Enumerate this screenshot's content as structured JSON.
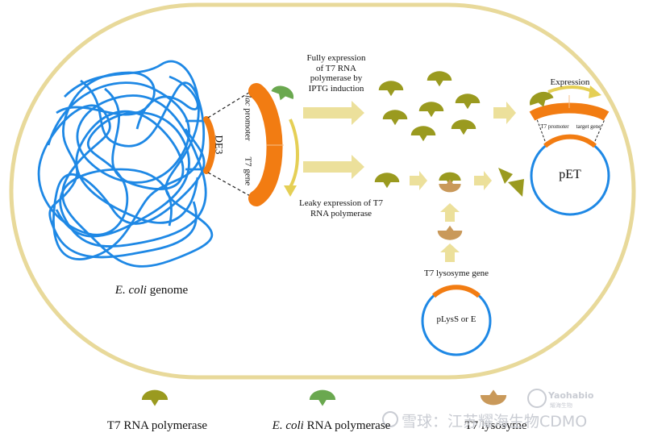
{
  "labels": {
    "genome": "E. coli genome",
    "genome_italic": "E. coli",
    "genome_rest": " genome",
    "de3": "DE3",
    "lac_promoter": "lac promoter",
    "lac_word": "lac",
    "promoter_word": " promoter",
    "t7_gene": "T7 gene",
    "fully_expression": "Fully expression of T7 RNA polymerase by IPTG induction",
    "fully_line1": "Fully expression",
    "fully_line2": "of T7 RNA",
    "fully_line3": "polymerase by",
    "fully_line4": "IPTG induction",
    "leaky_line1": "Leaky expression of T7",
    "leaky_line2": "RNA polymerase",
    "expression": "Expression",
    "t7_promoter": "T7 promoter",
    "target_gene": "target gene",
    "pet": "pET",
    "t7_lysozyme_gene": "T7 lysosyme gene",
    "plyss": "pLysS or E"
  },
  "legend": {
    "t7_rnap": "T7 RNA polymerase",
    "ecoli_rnap_italic": "E. coli",
    "ecoli_rnap_rest": " RNA polymerase",
    "t7_lysozyme": "T7 lysosyme"
  },
  "watermark": {
    "text": "雪球：江苏耀海生物CDMO",
    "logo_text": "Yaohabio",
    "logo_sub": "耀海生物"
  },
  "colors": {
    "cell_border": "#e8d99a",
    "dna": "#1e88e5",
    "orange": "#f27c12",
    "t7_polymerase": "#9a9a1f",
    "ecoli_polymerase": "#6aa84f",
    "lysozyme": "#c9995a",
    "arrow": "#ece09b"
  }
}
